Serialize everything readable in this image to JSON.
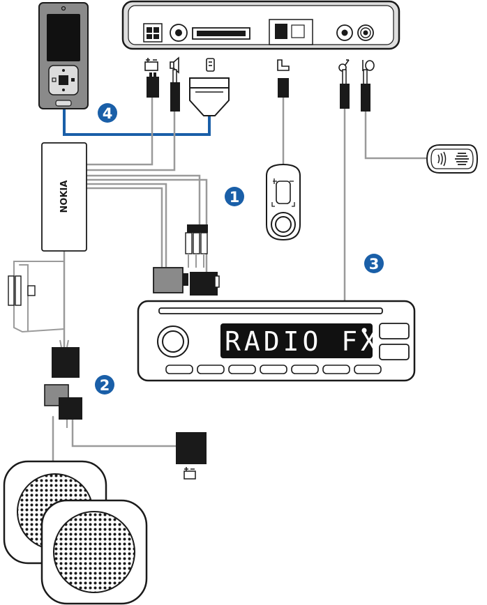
{
  "diagram": {
    "brand_label": "NOKIA",
    "radio_display_text": "RADIO FX",
    "callouts": [
      "1",
      "2",
      "3",
      "4"
    ],
    "colors": {
      "callout_fill": "#1a5fa8",
      "cable_gray": "#9a9a9a",
      "data_cable_blue": "#1a5fa8",
      "outline": "#1a1a1a",
      "radio_display": "#111111"
    },
    "icons": [
      "power-supply-icon",
      "speaker-icon",
      "phone-connector-icon",
      "remote-control-icon",
      "antenna-icon",
      "microphone-icon",
      "mute-power-icon"
    ]
  }
}
